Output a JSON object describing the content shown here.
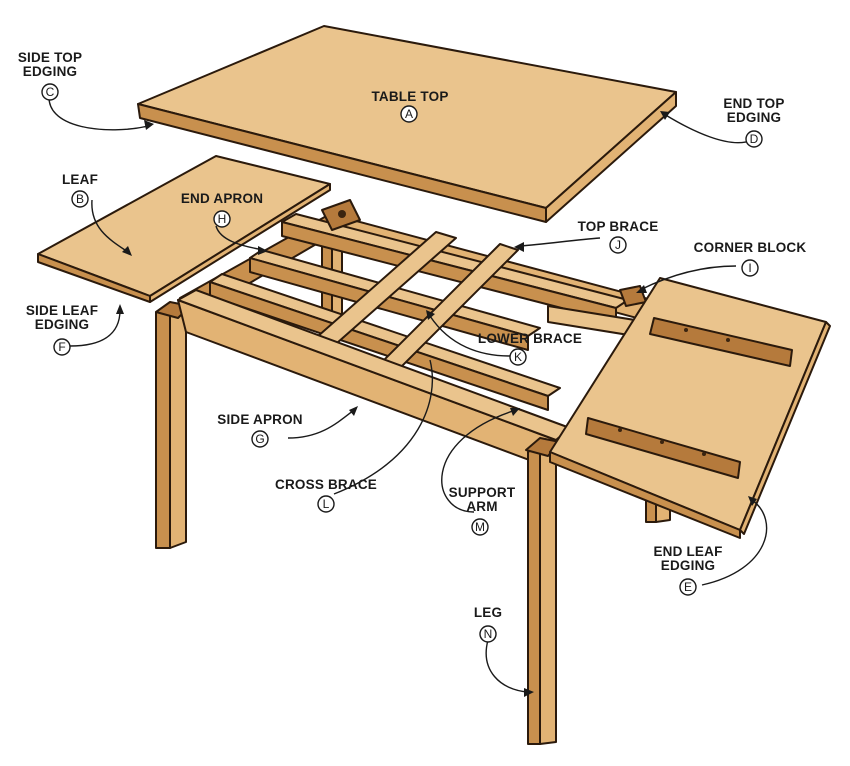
{
  "labels": {
    "A": {
      "line1": "TABLE TOP",
      "line2": "",
      "letter": "A"
    },
    "B": {
      "line1": "LEAF",
      "line2": "",
      "letter": "B"
    },
    "C": {
      "line1": "SIDE TOP",
      "line2": "EDGING",
      "letter": "C"
    },
    "D": {
      "line1": "END TOP",
      "line2": "EDGING",
      "letter": "D"
    },
    "E": {
      "line1": "END LEAF",
      "line2": "EDGING",
      "letter": "E"
    },
    "F": {
      "line1": "SIDE LEAF",
      "line2": "EDGING",
      "letter": "F"
    },
    "G": {
      "line1": "SIDE APRON",
      "line2": "",
      "letter": "G"
    },
    "H": {
      "line1": "END APRON",
      "line2": "",
      "letter": "H"
    },
    "I": {
      "line1": "CORNER BLOCK",
      "line2": "",
      "letter": "I"
    },
    "J": {
      "line1": "TOP BRACE",
      "line2": "",
      "letter": "J"
    },
    "K": {
      "line1": "LOWER BRACE",
      "line2": "",
      "letter": "K"
    },
    "L": {
      "line1": "CROSS BRACE",
      "line2": "",
      "letter": "L"
    },
    "M": {
      "line1": "SUPPORT",
      "line2": "ARM",
      "letter": "M"
    },
    "N": {
      "line1": "LEG",
      "line2": "",
      "letter": "N"
    }
  }
}
